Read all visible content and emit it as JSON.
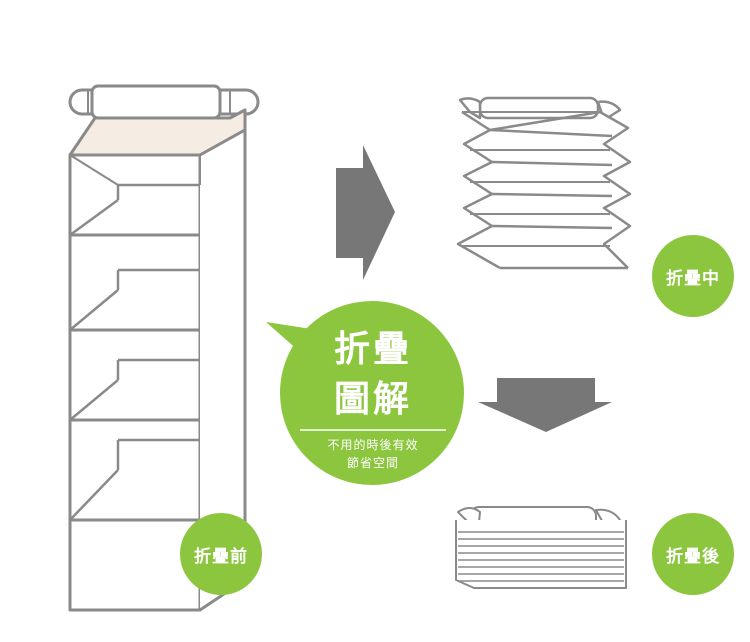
{
  "badges": {
    "before": "折疊前",
    "middle": "折疊中",
    "after": "折疊後"
  },
  "bubble": {
    "title_line1": "折疊",
    "title_line2": "圖解",
    "subtitle_line1": "不用的時後有效",
    "subtitle_line2": "節省空間"
  },
  "colors": {
    "accent_green": "#8cc63f",
    "arrow_gray": "#777777",
    "outline_gray": "#8a8a8a"
  },
  "icons": {
    "arrow_right": "arrow-right-icon",
    "arrow_down": "arrow-down-icon"
  }
}
